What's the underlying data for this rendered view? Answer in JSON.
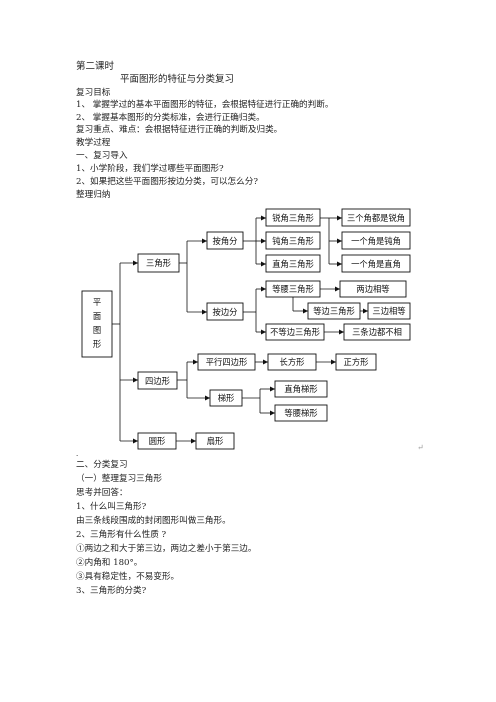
{
  "header": {
    "lesson": "第二课时",
    "title": "平面图形的特征与分类复习"
  },
  "goals": {
    "heading": "复习目标",
    "items": [
      "1、 掌握学过的基本平面图形的特征，会根据特征进行正确的判断。",
      "2、 掌握基本图形的分类标准，会进行正确归类。"
    ]
  },
  "key_points": "复习重点、难点：会根据特征进行正确的判断及归类。",
  "process": {
    "heading": "教学过程",
    "intro_heading": "一、复习导入",
    "intro_items": [
      "1、小学阶段，我们学过哪些平面图形?",
      "2、如果把这些平面图形按边分类，可以怎么分?"
    ],
    "summary_label": "整理归纳"
  },
  "diagram": {
    "root": [
      "平",
      "面",
      "图",
      "形"
    ],
    "triangle": "三角形",
    "by_angle": "按角分",
    "acute": "锐角三角形",
    "obtuse": "钝角三角形",
    "right": "直角三角形",
    "all_acute": "三个角都是锐角",
    "one_obtuse": "一个角是钝角",
    "one_right": "一个角是直角",
    "by_side": "按边分",
    "isosceles": "等腰三角形",
    "two_equal": "两边相等",
    "equilateral": "等边三角形",
    "three_equal": "三边相等",
    "scalene": "不等边三角形",
    "none_equal": "三条边都不相",
    "quadrilateral": "四边形",
    "parallelogram": "平行四边形",
    "rectangle": "长方形",
    "square": "正方形",
    "trapezoid": "梯形",
    "right_trapezoid": "直角梯形",
    "isosceles_trapezoid": "等腰梯形",
    "circle": "圆形",
    "sector": "扇形"
  },
  "marks": {
    "return_mark": "↵",
    "dot": "."
  },
  "review": {
    "heading": "二、分类复习",
    "sub_heading": "（一）整理复习三角形",
    "prompt": "思考并回答：",
    "items": [
      "1、什么叫三角形?",
      "由三条线段围成的封闭图形叫做三角形。",
      "2、三角形有什么性质 ?",
      "①两边之和大于第三边，两边之差小于第三边。",
      "②内角和 180°。",
      "③具有稳定性，不易变形。",
      "3、三角形的分类?"
    ]
  }
}
